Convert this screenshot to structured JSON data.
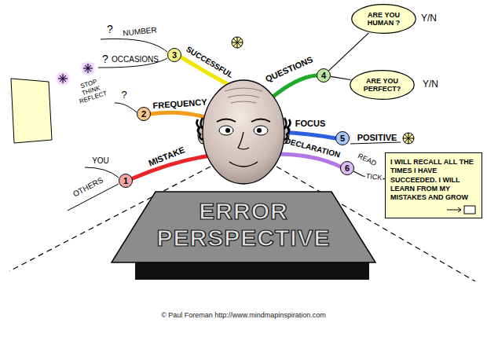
{
  "diagram": {
    "title": "ERROR PERSPECTIVE",
    "caption": "© Paul Foreman http://www.mindmapinspiration.com",
    "nodes": [
      {
        "text": [
          "ARE YOU HUMAN ?"
        ]
      },
      {
        "text": [
          "3"
        ]
      },
      {
        "text": [
          "4"
        ]
      },
      {
        "text": [
          "ARE YOU PERFECT?"
        ]
      },
      {
        "text": [
          "2"
        ]
      },
      {
        "text": [
          "5"
        ]
      },
      {
        "text": [
          "6"
        ]
      },
      {
        "text": [
          "1"
        ]
      },
      {
        "text": [
          "I WILL RECALL ALL THE TIMES I HAVE SUCCEEDED. I WILL LEARN FROM MY MISTAKES AND GROW"
        ]
      }
    ],
    "edges": [
      {
        "from": 2,
        "to": 0,
        "arrow": "none"
      },
      {
        "from": 2,
        "to": 3,
        "arrow": "none"
      },
      {
        "from": 6,
        "to": 8,
        "arrow": "to",
        "label": "TICK"
      }
    ],
    "labels": [
      "?",
      "NUMBER",
      "?",
      "OCCASIONS",
      "SUCCESSFUL",
      "QUESTIONS",
      "Y/N",
      "Y/N",
      "STOP THINK REFLECT",
      "?",
      "FREQUENCY",
      "FOCUS",
      "POSITIVE",
      "DECLARATION",
      "READ",
      "YOU",
      "OTHERS",
      "MISTAKE"
    ]
  }
}
